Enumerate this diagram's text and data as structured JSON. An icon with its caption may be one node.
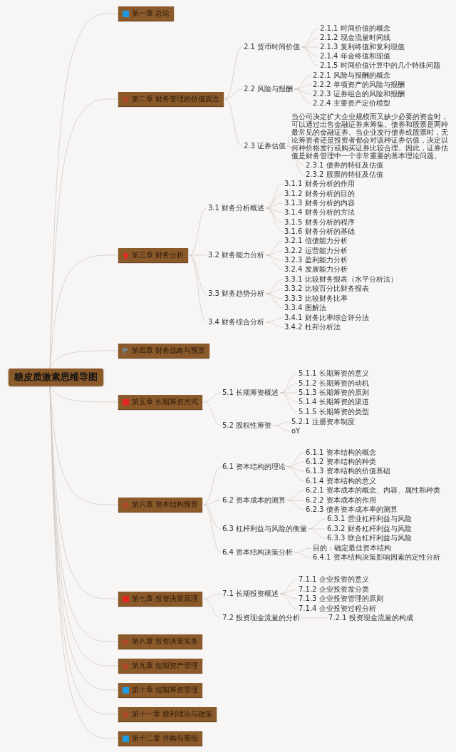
{
  "diagram": {
    "nodes": [
      {
        "text": [
          "糖皮质激素思维导图"
        ]
      },
      {
        "text": [
          "第一章 总论"
        ]
      },
      {
        "text": [
          "第二章 财务管理的价值观念"
        ]
      },
      {
        "text": [
          "2.1 货币时间价值"
        ]
      },
      {
        "text": [
          "2.1.1 时间价值的概念"
        ]
      },
      {
        "text": [
          "2.1.2 现金流量时间线"
        ]
      },
      {
        "text": [
          "2.1.3 复利终值和复利现值"
        ]
      },
      {
        "text": [
          "2.1.4 年金终值和现值"
        ]
      },
      {
        "text": [
          "2.1.5 时间价值计算中的几个特殊问题"
        ]
      },
      {
        "text": [
          "2.2 风险与报酬"
        ]
      },
      {
        "text": [
          "2.2.1 风险与报酬的概念"
        ]
      },
      {
        "text": [
          "2.2.2 单项资产的风险与报酬"
        ]
      },
      {
        "text": [
          "2.2.3 证券组合的风险和报酬"
        ]
      },
      {
        "text": [
          "2.2.4 主要资产定价模型"
        ]
      },
      {
        "text": [
          "2.3 证券估值"
        ]
      },
      {
        "text": [
          "当公司决定扩大企业规模而又缺少必要的资金时，可以通过出售金融证券来筹集。债券和股票是两种最常见的金融证券。当企业发行债券或股票时，无论筹资者还是投资者都会对该种证券估值，决定以何种价格发行或购买证券比较合理。因此，证券估值是财务管理中一个非常重要的基本理论问题。"
        ]
      },
      {
        "text": [
          "2.3.1 债券的特征及估值"
        ]
      },
      {
        "text": [
          "2.3.2 股票的特征及估值"
        ]
      },
      {
        "text": [
          "第三章 财务分析"
        ]
      },
      {
        "text": [
          "3.1 财务分析概述"
        ]
      },
      {
        "text": [
          "3.1.1 财务分析的作用"
        ]
      },
      {
        "text": [
          "3.1.2 财务分析的目的"
        ]
      },
      {
        "text": [
          "3.1.3 财务分析的内容"
        ]
      },
      {
        "text": [
          "3.1.4 财务分析的方法"
        ]
      },
      {
        "text": [
          "3.1.5 财务分析的程序"
        ]
      },
      {
        "text": [
          "3.1.6 财务分析的基础"
        ]
      },
      {
        "text": [
          "3.2 财务能力分析"
        ]
      },
      {
        "text": [
          "3.2.1 偿债能力分析"
        ]
      },
      {
        "text": [
          "3.2.2 运营能力分析"
        ]
      },
      {
        "text": [
          "3.2.3 盈利能力分析"
        ]
      },
      {
        "text": [
          "3.2.4 发展能力分析"
        ]
      },
      {
        "text": [
          "3.3 财务趋势分析"
        ]
      },
      {
        "text": [
          "3.3.1 比较财务报表（水平分析法）"
        ]
      },
      {
        "text": [
          "3.3.2 比较百分比财务报表"
        ]
      },
      {
        "text": [
          "3.3.3 比较财务比率"
        ]
      },
      {
        "text": [
          "3.3.4 图解法"
        ]
      },
      {
        "text": [
          "3.4 财务综合分析"
        ]
      },
      {
        "text": [
          "3.4.1 财务比率综合评分法"
        ]
      },
      {
        "text": [
          "3.4.2 杜邦分析法"
        ]
      },
      {
        "text": [
          "第四章 财务战略与预算"
        ]
      },
      {
        "text": [
          "第五章 长期筹资方式"
        ]
      },
      {
        "text": [
          "5.1 长期筹资概述"
        ]
      },
      {
        "text": [
          "5.1.1 长期筹资的意义"
        ]
      },
      {
        "text": [
          "5.1.2 长期筹资的动机"
        ]
      },
      {
        "text": [
          "5.1.3 长期筹资的原则"
        ]
      },
      {
        "text": [
          "5.1.4 长期筹资的渠道"
        ]
      },
      {
        "text": [
          "5.1.5 长期筹资的类型"
        ]
      },
      {
        "text": [
          "5.2 股权性筹资"
        ]
      },
      {
        "text": [
          "5.2.1 注册资本制度"
        ]
      },
      {
        "text": [
          "oY"
        ]
      },
      {
        "text": [
          "第六章 资本结构预算"
        ]
      },
      {
        "text": [
          "6.1 资本结构的理论"
        ]
      },
      {
        "text": [
          "6.1.1 资本结构的概念"
        ]
      },
      {
        "text": [
          "6.1.2 资本结构的种类"
        ]
      },
      {
        "text": [
          "6.1.3 资本结构的价值基础"
        ]
      },
      {
        "text": [
          "6.1.4 资本结构的意义"
        ]
      },
      {
        "text": [
          "6.2 资本成本的测算"
        ]
      },
      {
        "text": [
          "6.2.1 资本成本的概念、内容、属性和种类"
        ]
      },
      {
        "text": [
          "6.2.2 资本成本的作用"
        ]
      },
      {
        "text": [
          "6.2.3 债务资本成本率的测算"
        ]
      },
      {
        "text": [
          "6.3 杠杆利益与风险的衡量"
        ]
      },
      {
        "text": [
          "6.3.1 营业杠杆利益与风险"
        ]
      },
      {
        "text": [
          "6.3.2 财务杠杆利益与风险"
        ]
      },
      {
        "text": [
          "6.3.3 联合杠杆利益与风险"
        ]
      },
      {
        "text": [
          "6.4 资本结构决策分析"
        ]
      },
      {
        "text": [
          "目的：确定最佳资本结构"
        ]
      },
      {
        "text": [
          "6.4.1 资本结构决策影响因素的定性分析"
        ]
      },
      {
        "text": [
          "第七章 投资决策原理"
        ]
      },
      {
        "text": [
          "7.1 长期投资概述"
        ]
      },
      {
        "text": [
          "7.1.1 企业投资的意义"
        ]
      },
      {
        "text": [
          "7.1.2 企业投资发分类"
        ]
      },
      {
        "text": [
          "7.1.3 企业投资管理的原则"
        ]
      },
      {
        "text": [
          "7.1.4 企业投资过程分析"
        ]
      },
      {
        "text": [
          "7.2 投资现金流量的分析"
        ]
      },
      {
        "text": [
          "7.2.1 投资现金流量的构成"
        ]
      },
      {
        "text": [
          "第八章 投资决策实务"
        ]
      },
      {
        "text": [
          "第九章 短期资产管理"
        ]
      },
      {
        "text": [
          "第十章 短期筹资管理"
        ]
      },
      {
        "text": [
          "第十一章 股利理论与政策"
        ]
      },
      {
        "text": [
          "第十二章 并购与重组"
        ]
      }
    ],
    "edges": [
      {
        "from": 0,
        "to": 1,
        "arrow": "none"
      },
      {
        "from": 0,
        "to": 2,
        "arrow": "none"
      },
      {
        "from": 2,
        "to": 3,
        "arrow": "none"
      },
      {
        "from": 3,
        "to": 4,
        "arrow": "none"
      },
      {
        "from": 3,
        "to": 5,
        "arrow": "none"
      },
      {
        "from": 3,
        "to": 6,
        "arrow": "none"
      },
      {
        "from": 3,
        "to": 7,
        "arrow": "none"
      },
      {
        "from": 3,
        "to": 8,
        "arrow": "none"
      },
      {
        "from": 2,
        "to": 9,
        "arrow": "none"
      },
      {
        "from": 9,
        "to": 10,
        "arrow": "none"
      },
      {
        "from": 9,
        "to": 11,
        "arrow": "none"
      },
      {
        "from": 9,
        "to": 12,
        "arrow": "none"
      },
      {
        "from": 9,
        "to": 13,
        "arrow": "none"
      },
      {
        "from": 2,
        "to": 14,
        "arrow": "none"
      },
      {
        "from": 14,
        "to": 15,
        "arrow": "none"
      },
      {
        "from": 14,
        "to": 16,
        "arrow": "none"
      },
      {
        "from": 14,
        "to": 17,
        "arrow": "none"
      },
      {
        "from": 0,
        "to": 18,
        "arrow": "none"
      },
      {
        "from": 18,
        "to": 19,
        "arrow": "none"
      },
      {
        "from": 19,
        "to": 20,
        "arrow": "none"
      },
      {
        "from": 19,
        "to": 21,
        "arrow": "none"
      },
      {
        "from": 19,
        "to": 22,
        "arrow": "none"
      },
      {
        "from": 19,
        "to": 23,
        "arrow": "none"
      },
      {
        "from": 19,
        "to": 24,
        "arrow": "none"
      },
      {
        "from": 19,
        "to": 25,
        "arrow": "none"
      },
      {
        "from": 18,
        "to": 26,
        "arrow": "none"
      },
      {
        "from": 26,
        "to": 27,
        "arrow": "none"
      },
      {
        "from": 26,
        "to": 28,
        "arrow": "none"
      },
      {
        "from": 26,
        "to": 29,
        "arrow": "none"
      },
      {
        "from": 26,
        "to": 30,
        "arrow": "none"
      },
      {
        "from": 18,
        "to": 31,
        "arrow": "none"
      },
      {
        "from": 31,
        "to": 32,
        "arrow": "none"
      },
      {
        "from": 31,
        "to": 33,
        "arrow": "none"
      },
      {
        "from": 31,
        "to": 34,
        "arrow": "none"
      },
      {
        "from": 31,
        "to": 35,
        "arrow": "none"
      },
      {
        "from": 18,
        "to": 36,
        "arrow": "none"
      },
      {
        "from": 36,
        "to": 37,
        "arrow": "none"
      },
      {
        "from": 36,
        "to": 38,
        "arrow": "none"
      },
      {
        "from": 0,
        "to": 39,
        "arrow": "none"
      },
      {
        "from": 0,
        "to": 40,
        "arrow": "none"
      },
      {
        "from": 40,
        "to": 41,
        "arrow": "none"
      },
      {
        "from": 41,
        "to": 42,
        "arrow": "none"
      },
      {
        "from": 41,
        "to": 43,
        "arrow": "none"
      },
      {
        "from": 41,
        "to": 44,
        "arrow": "none"
      },
      {
        "from": 41,
        "to": 45,
        "arrow": "none"
      },
      {
        "from": 41,
        "to": 46,
        "arrow": "none"
      },
      {
        "from": 40,
        "to": 47,
        "arrow": "none"
      },
      {
        "from": 47,
        "to": 48,
        "arrow": "none"
      },
      {
        "from": 47,
        "to": 49,
        "arrow": "none"
      },
      {
        "from": 0,
        "to": 50,
        "arrow": "none"
      },
      {
        "from": 50,
        "to": 51,
        "arrow": "none"
      },
      {
        "from": 51,
        "to": 52,
        "arrow": "none"
      },
      {
        "from": 51,
        "to": 53,
        "arrow": "none"
      },
      {
        "from": 51,
        "to": 54,
        "arrow": "none"
      },
      {
        "from": 51,
        "to": 55,
        "arrow": "none"
      },
      {
        "from": 50,
        "to": 56,
        "arrow": "none"
      },
      {
        "from": 56,
        "to": 57,
        "arrow": "none"
      },
      {
        "from": 56,
        "to": 58,
        "arrow": "none"
      },
      {
        "from": 56,
        "to": 59,
        "arrow": "none"
      },
      {
        "from": 50,
        "to": 60,
        "arrow": "none"
      },
      {
        "from": 60,
        "to": 61,
        "arrow": "none"
      },
      {
        "from": 60,
        "to": 62,
        "arrow": "none"
      },
      {
        "from": 60,
        "to": 63,
        "arrow": "none"
      },
      {
        "from": 50,
        "to": 64,
        "arrow": "none"
      },
      {
        "from": 64,
        "to": 65,
        "arrow": "none"
      },
      {
        "from": 64,
        "to": 66,
        "arrow": "none"
      },
      {
        "from": 0,
        "to": 67,
        "arrow": "none"
      },
      {
        "from": 67,
        "to": 68,
        "arrow": "none"
      },
      {
        "from": 68,
        "to": 69,
        "arrow": "none"
      },
      {
        "from": 68,
        "to": 70,
        "arrow": "none"
      },
      {
        "from": 68,
        "to": 71,
        "arrow": "none"
      },
      {
        "from": 68,
        "to": 72,
        "arrow": "none"
      },
      {
        "from": 67,
        "to": 73,
        "arrow": "none"
      },
      {
        "from": 73,
        "to": 74,
        "arrow": "none"
      },
      {
        "from": 0,
        "to": 75,
        "arrow": "none"
      },
      {
        "from": 0,
        "to": 76,
        "arrow": "none"
      },
      {
        "from": 0,
        "to": 77,
        "arrow": "none"
      },
      {
        "from": 0,
        "to": 78,
        "arrow": "none"
      },
      {
        "from": 0,
        "to": 79,
        "arrow": "none"
      }
    ]
  }
}
